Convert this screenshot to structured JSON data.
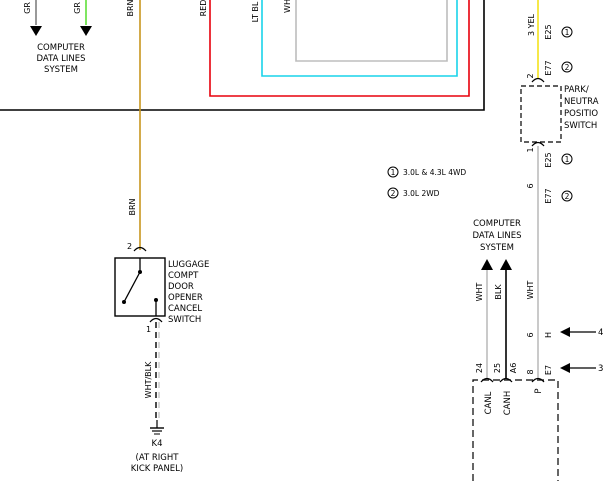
{
  "left_section": {
    "top_wire_labels": [
      "GR",
      "GR",
      "BRN",
      "RED",
      "LT BL",
      "WH"
    ],
    "computer_data_lines": [
      "COMPUTER",
      "DATA LINES",
      "SYSTEM"
    ],
    "brn_wire_label": "BRN",
    "switch_pin_top": "2",
    "switch_pin_bottom": "1",
    "switch_name": [
      "LUGGAGE",
      "COMPT",
      "DOOR",
      "OPENER",
      "CANCEL",
      "SWITCH"
    ],
    "ground_wire_label": "WHT/BLK",
    "ground_id": "K4",
    "ground_location": [
      "(AT RIGHT",
      "KICK PANEL)"
    ]
  },
  "right_section": {
    "top_wire_label": "3 YEL",
    "top_pin": "E25",
    "top_pin_note": "1",
    "bottom_pin_note_pin": "E77",
    "bottom_pin_note": "2",
    "pns_pin_top": "2",
    "pns_pin_bottom": "1",
    "pns_name": [
      "PARK/",
      "NEUTRA",
      "POSITIO",
      "SWITCH"
    ],
    "mid_pin_a": "E25",
    "mid_pin_a_note": "1",
    "mid_pin_b_num": "6",
    "mid_pin_b": "E77",
    "mid_pin_b_note": "2",
    "notes": [
      {
        "num": "1",
        "text": "3.0L & 4.3L 4WD"
      },
      {
        "num": "2",
        "text": "3.0L 2WD"
      }
    ],
    "computer_data_lines": [
      "COMPUTER",
      "DATA LINES",
      "SYSTEM"
    ],
    "wht_label_left": "WHT",
    "blk_label": "BLK",
    "wht_label_right": "WHT",
    "conn_h_pin": "6",
    "conn_h_letter": "H",
    "conn_h_ref": "4",
    "conn_lower_pins": [
      "24",
      "25",
      "A6",
      "8"
    ],
    "conn_e7": "E7",
    "conn_e7_ref": "3",
    "module_canl": "CANL",
    "module_canh": "CANH",
    "module_p": "P"
  }
}
